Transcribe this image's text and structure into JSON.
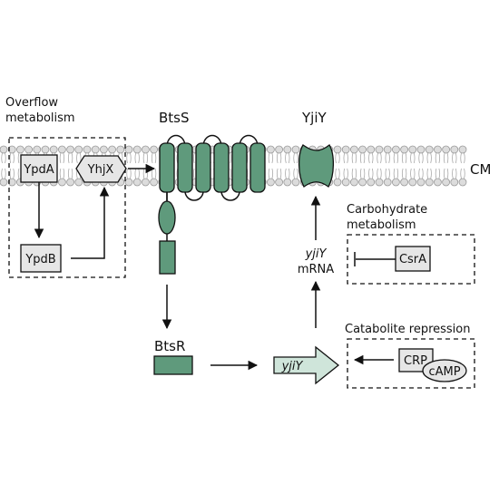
{
  "labels": {
    "overflow_line1": "Overflow",
    "overflow_line2": "metabolism",
    "btss": "BtsS",
    "yjiy_protein": "YjiY",
    "cm": "CM",
    "ypda": "YpdA",
    "yhjx": "YhjX",
    "ypdb": "YpdB",
    "carbo_line1": "Carbohydrate",
    "carbo_line2": "metabolism",
    "csra": "CsrA",
    "yjiy_mrna_gene": "yjiY",
    "mrna": "mRNA",
    "catabolite": "Catabolite repression",
    "btsr": "BtsR",
    "yjiy_gene": "yjiY",
    "crp": "CRP",
    "camp": "cAMP"
  },
  "colors": {
    "protein_green": "#5f9a7c",
    "gene_arrow": "#cfe5da",
    "box_grey": "#e6e6e6",
    "lipid_head": "#dcdcdc"
  }
}
